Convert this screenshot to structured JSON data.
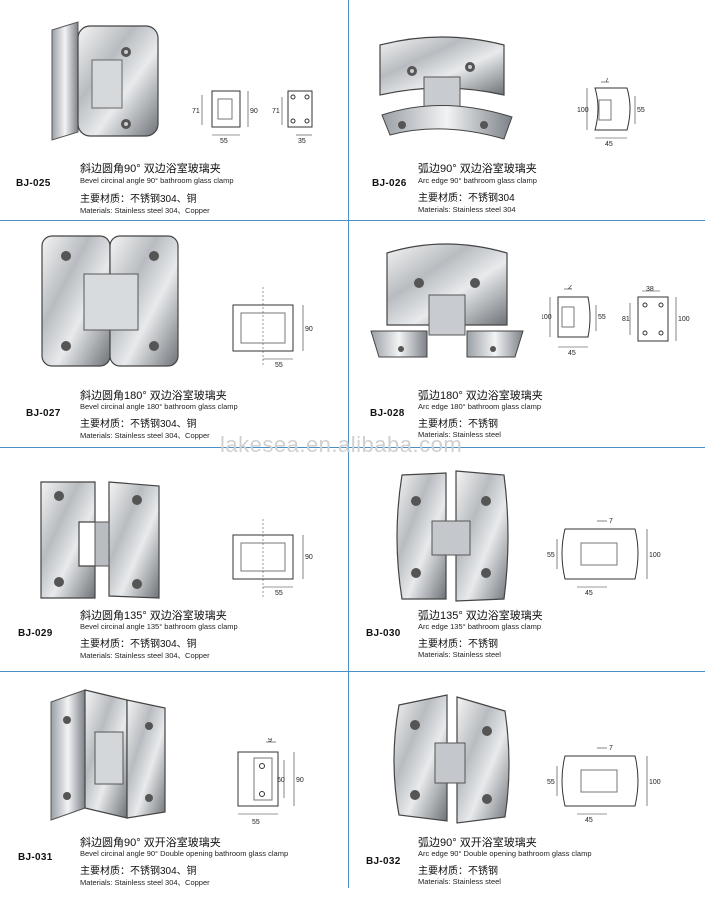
{
  "watermark": "lakesea.en.alibaba.com",
  "items": [
    {
      "code": "BJ-025",
      "cn": "斜边圆角90° 双边浴室玻璃夹",
      "en": "Bevel circinal angle 90° bathroom glass clamp",
      "mat_cn": "主要材质：不锈钢304、铜",
      "mat_en": "Materials: Stainless steel 304、Copper",
      "dims": [
        "71",
        "90",
        "55",
        "71",
        "35"
      ]
    },
    {
      "code": "BJ-026",
      "cn": "弧边90° 双边浴室玻璃夹",
      "en": "Arc edge 90° bathroom glass clamp",
      "mat_cn": "主要材质：不锈钢304",
      "mat_en": "Materials: Stainless steel 304",
      "dims": [
        "7",
        "100",
        "55",
        "45"
      ]
    },
    {
      "code": "BJ-027",
      "cn": "斜边圆角180° 双边浴室玻璃夹",
      "en": "Bevel circinal angle 180° bathroom glass clamp",
      "mat_cn": "主要材质：不锈钢304、铜",
      "mat_en": "Materials: Stainless steel 304、Copper",
      "dims": [
        "90",
        "55"
      ]
    },
    {
      "code": "BJ-028",
      "cn": "弧边180° 双边浴室玻璃夹",
      "en": "Arc edge 180° bathroom glass clamp",
      "mat_cn": "主要材质：不锈钢",
      "mat_en": "Materials: Stainless steel",
      "dims": [
        "2",
        "100",
        "55",
        "45",
        "38",
        "81",
        "100"
      ]
    },
    {
      "code": "BJ-029",
      "cn": "斜边圆角135° 双边浴室玻璃夹",
      "en": "Bevel circinal angle 135° bathroom glass clamp",
      "mat_cn": "主要材质：不锈钢304、铜",
      "mat_en": "Materials: Stainless steel 304、Copper",
      "dims": [
        "90",
        "55"
      ]
    },
    {
      "code": "BJ-030",
      "cn": "弧边135° 双边浴室玻璃夹",
      "en": "Arc edge 135° bathroom glass clamp",
      "mat_cn": "主要材质：不锈钢",
      "mat_en": "Materials: Stainless steel",
      "dims": [
        "7",
        "55",
        "100",
        "45"
      ]
    },
    {
      "code": "BJ-031",
      "cn": "斜边圆角90° 双开浴室玻璃夹",
      "en": "Bevel circinal angle 90° Double opening bathroom glass clamp",
      "mat_cn": "主要材质：不锈钢304、铜",
      "mat_en": "Materials: Stainless steel 304、Copper",
      "dims": [
        "9",
        "60",
        "90",
        "55"
      ]
    },
    {
      "code": "BJ-032",
      "cn": "弧边90° 双开浴室玻璃夹",
      "en": "Arc edge 90° Double opening bathroom glass clamp",
      "mat_cn": "主要材质：不锈钢",
      "mat_en": "Materials: Stainless steel",
      "dims": [
        "7",
        "55",
        "100",
        "45"
      ]
    }
  ]
}
